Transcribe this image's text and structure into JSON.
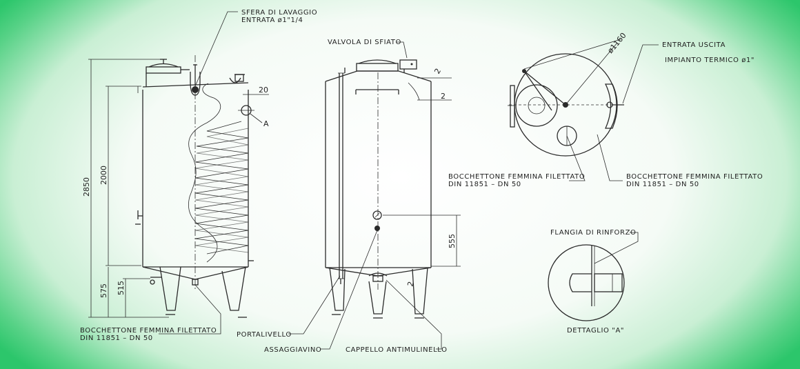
{
  "labels": {
    "sfera_line1": "SFERA DI LAVAGGIO",
    "sfera_line2": "ENTRATA ø1\"1/4",
    "valvola": "VALVOLA DI SFIATO",
    "entrata_line1": "ENTRATA USCITA",
    "entrata_line2": "IMPIANTO TERMICO ø1\"",
    "diameter": "ø1160",
    "boc_top_left_line1": "BOCCHETTONE FEMMINA FILETTATO",
    "boc_top_left_line2": "DIN 11851 – DN 50",
    "boc_top_right_line1": "BOCCHETTONE FEMMINA FILETTATO",
    "boc_top_right_line2": "DIN 11851 – DN 50",
    "boc_bottom_line1": "BOCCHETTONE FEMMINA FILETTATO",
    "boc_bottom_line2": "DIN 11851 – DN 50",
    "flangia": "FLANGIA DI RINFORZO",
    "dettaglio": "DETTAGLIO \"A\"",
    "portalivello": "PORTALIVELLO",
    "assaggiavino": "ASSAGGIAVINO",
    "cappello": "CAPPELLO ANTIMULINELLO",
    "detail_mark": "A"
  },
  "dimensions": {
    "total_height": "2850",
    "shell_height": "2000",
    "leg_height": "575",
    "outlet_height": "515",
    "jacket_offset": "20",
    "level_height": "555",
    "slope_top": "2",
    "slope_side": "2",
    "slope_bottom": "2"
  }
}
